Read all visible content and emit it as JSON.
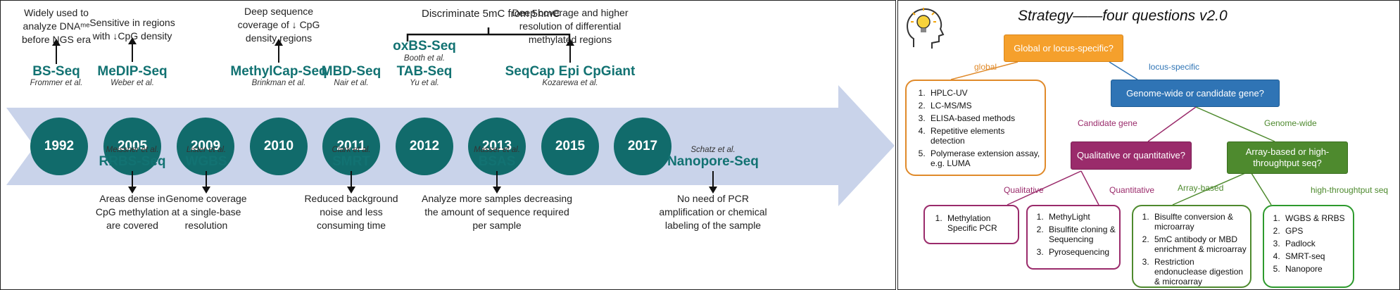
{
  "timeline": {
    "group_caption": "Discriminate 5mC from 5hmC",
    "entries": [
      {
        "year": "1992",
        "method": "BS-Seq",
        "author": "Frommer et al.",
        "desc": [
          "Widely used to",
          "analyze DNAᵐᵉ",
          "before NGS era"
        ],
        "side": "top"
      },
      {
        "year": "2005",
        "method": "MeDIP-Seq",
        "author": "Weber et al.",
        "desc": [
          "Sensitive in regions",
          "with ↓CpG density"
        ],
        "side": "top"
      },
      {
        "year": "2005b",
        "method": "RRBS-Seq",
        "author": "Meissner et al.",
        "desc": [
          "Areas dense in",
          "CpG methylation",
          "are covered"
        ],
        "side": "bottom"
      },
      {
        "year": "2009",
        "method": "WGBS",
        "author": "Lister et al.",
        "desc": [
          "Genome coverage",
          "at a single-base",
          "resolution"
        ],
        "side": "bottom"
      },
      {
        "year": "2010",
        "method": "MethylCap-Seq",
        "author": "Brinkman et al.",
        "desc": [
          "Deep sequence",
          "coverage of ↓ CpG",
          "density regions"
        ],
        "side": "top"
      },
      {
        "year": "2011",
        "method": "MBD-Seq",
        "author": "Nair et al.",
        "side": "top"
      },
      {
        "year": "2011b",
        "method": "SMRT",
        "author": "Clark et al.",
        "desc": [
          "Reduced background",
          "noise and less",
          "consuming time"
        ],
        "side": "bottom"
      },
      {
        "year": "2012",
        "method": "TAB-Seq",
        "author": "Yu et al.",
        "side": "top"
      },
      {
        "year": "2012b",
        "method": "oxBS-Seq",
        "author": "Booth et al.",
        "side": "top"
      },
      {
        "year": "2013",
        "method": "BSAS",
        "author": "Masser et al.",
        "desc": [
          "Analyze more samples decreasing",
          "the amount of sequence required",
          "per sample"
        ],
        "side": "bottom"
      },
      {
        "year": "2015",
        "method": "SeqCap Epi CpGiant",
        "author": "Kozarewa et al.",
        "desc": [
          "Deep coverage and higher",
          "resolution of differential",
          "methylated regions"
        ],
        "side": "top"
      },
      {
        "year": "2017",
        "method": "Nanopore-Seq",
        "author": "Schatz et al.",
        "desc": [
          "No need of PCR",
          "amplification or chemical",
          "labeling of the sample"
        ],
        "side": "bottom"
      }
    ],
    "years": [
      "1992",
      "2005",
      "2009",
      "2010",
      "2011",
      "2012",
      "2013",
      "2015",
      "2017"
    ],
    "circle_color": "#116b6b",
    "band_color": "#c9d3ea"
  },
  "flow": {
    "title": "Strategy——four questions v2.0",
    "q1": "Global or locus-specific?",
    "q1_color": "#f5a02c",
    "edge_global": "global",
    "edge_locus": "locus-specific",
    "global_list": [
      "HPLC-UV",
      "LC-MS/MS",
      "ELISA-based methods",
      "Repetitive elements detection",
      "Polymerase extension assay, e.g. LUMA"
    ],
    "q2": "Genome-wide or candidate gene?",
    "q2_color": "#2f74b5",
    "edge_candidate": "Candidate gene",
    "edge_genome": "Genome-wide",
    "q3": "Qualitative or quantitative?",
    "q3_color": "#9a2b6b",
    "q4": "Array-based or high-throughtput seq?",
    "q4_color": "#4e8a2e",
    "edge_qualitative": "Qualitative",
    "edge_quantitative": "Quantitative",
    "edge_array": "Array-based",
    "edge_hts": "high-throughtput seq",
    "qualitative_list": [
      "Methylation Specific PCR"
    ],
    "quantitative_list": [
      "MethyLight",
      "Bisulfite cloning & Sequencing",
      "Pyrosequencing"
    ],
    "array_list": [
      "Bisulfte conversion & microarray",
      "5mC antibody or MBD enrichment & microarray",
      "Restriction endonuclease digestion & microarray"
    ],
    "hts_list": [
      "WGBS & RRBS",
      "GPS",
      "Padlock",
      "SMRT-seq",
      "Nanopore"
    ]
  }
}
